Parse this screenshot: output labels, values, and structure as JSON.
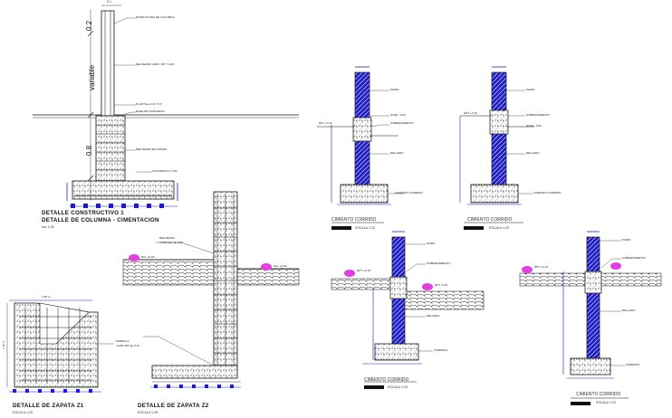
{
  "drawing": {
    "colors": {
      "line": "#111111",
      "concrete": "#3a3a3a",
      "block": "#1f1fd0",
      "dimension": "#1a1ad8",
      "marker": "#e040e0",
      "rebar": "#333333"
    },
    "detail_a": {
      "dim_top": "0.1",
      "dim_var": "variable",
      "dim_mid": "0.8",
      "dim_low": "0.2",
      "title_line1": "DETALLE CONSTRUCTIVO 1",
      "title_line2": "DETALLE DE COLUMNA - CIMENTACION",
      "scale": "esc 1:25",
      "notes": [
        "ESTRUCTURA DE COLUMNA",
        "REFUERZO 4VAR. 3/8\" Y EST.",
        "PLANTILLA 1/2\" X 6\"",
        "BASE DE CONCRETO",
        "REFUERZO EN ZAPATA",
        "CONCRETO f'c 200"
      ]
    },
    "cimiento_1": {
      "title": "CIMIENTO CORRIDO",
      "scale": "ESCALA 1:20",
      "labels": [
        "MURO",
        "NPT +0.15",
        "SOBRECIMIENTO",
        "NIVEL -0.60",
        "RELLENO",
        "CIMIENTO CORRIDO"
      ]
    },
    "cimiento_2": {
      "title": "CIMIENTO CORRIDO",
      "scale": "ESCALA 1:20",
      "labels": [
        "MURO",
        "NPT +0.15",
        "SOBRECIMIENTO",
        "NIVEL -0.60",
        "RELLENO",
        "CIMIENTO CORRIDO"
      ]
    },
    "cimiento_3": {
      "title": "CIMIENTO CORRIDO",
      "scale": "ESCALA 1:20",
      "labels": [
        "MURO",
        "NPT +0.15",
        "SOBRECIMIENTO",
        "NPT -0.15",
        "RELLENO",
        "CIMIENTO"
      ]
    },
    "cimiento_4": {
      "title": "CIMIENTO CORRIDO",
      "scale": "ESCALA 1:20",
      "labels": [
        "MURO",
        "NPT +0.15",
        "SOBRECIMIENTO",
        "RELLENO",
        "CIMIENTO"
      ]
    },
    "zapata_t1": {
      "title": "DETALLE DE ZAPATA Z1",
      "scale": "ESCALA 1:25",
      "dim_label": "1.50 m",
      "side_label": "1.20 m",
      "notes": [
        "PARRILLA",
        "4 VAR 3/8\" @ 0.15"
      ]
    },
    "zapata_t2": {
      "title": "DETALLE DE ZAPATA Z2",
      "scale": "ESCALA 1:25",
      "level_a": "NIV. +0.00",
      "level_b": "NIV. +0.00",
      "notes": [
        "REFUERZO",
        "3 VAR 1/2\" @ 0.20"
      ]
    }
  }
}
